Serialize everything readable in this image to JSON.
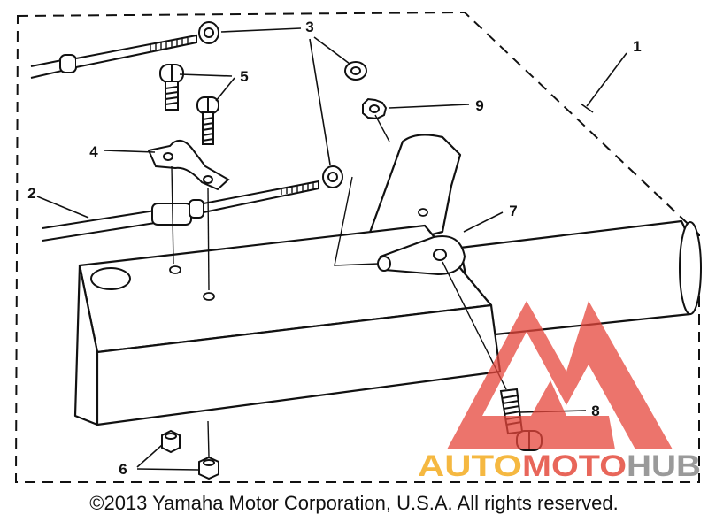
{
  "callouts": [
    "1",
    "2",
    "3",
    "4",
    "5",
    "6",
    "7",
    "8",
    "9"
  ],
  "watermark": {
    "word_1": "AUTO",
    "word_2": "MOTO",
    "word_3": "HUB",
    "colors": {
      "auto": "#F5B841",
      "moto": "#E8665A",
      "hub": "#9A9A9A",
      "logo": "#E6453B"
    }
  },
  "copyright": "©2013 Yamaha Motor Corporation, U.S.A. All rights reserved."
}
